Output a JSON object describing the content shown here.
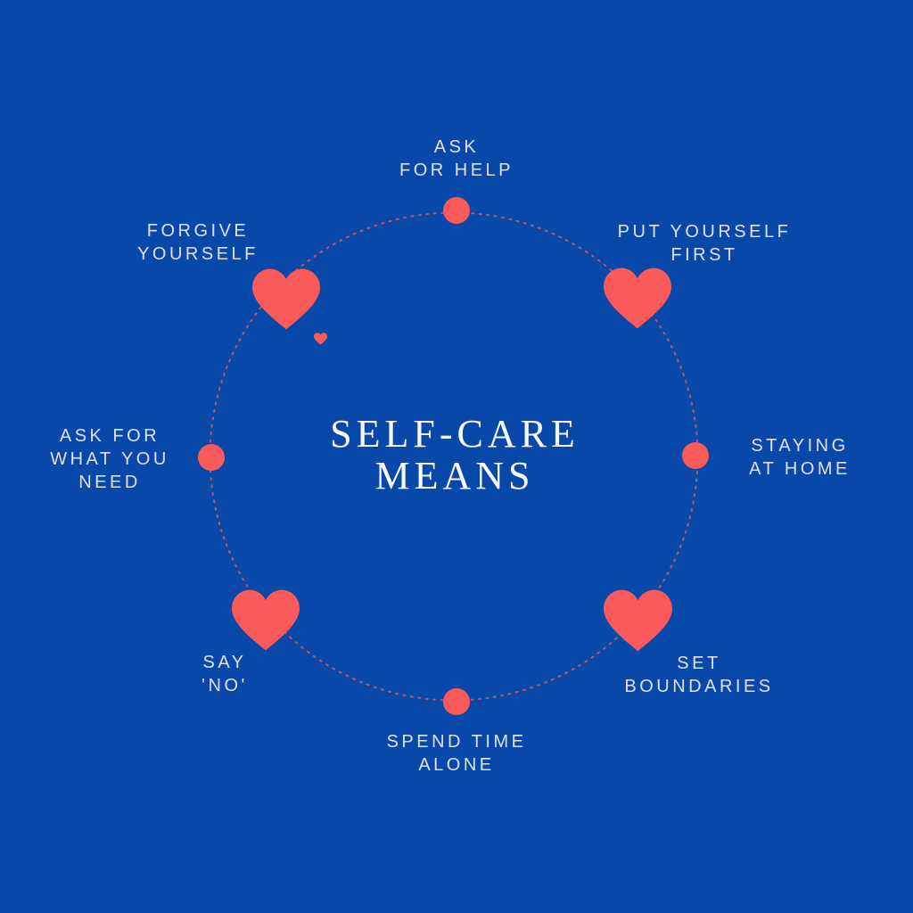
{
  "title": {
    "lines": [
      "SELF-CARE",
      "MEANS"
    ]
  },
  "items": [
    {
      "id": "ask-for-help",
      "lines": [
        "ASK",
        "FOR HELP"
      ],
      "marker": "dot",
      "position": "top"
    },
    {
      "id": "put-yourself-first",
      "lines": [
        "PUT YOURSELF",
        "FIRST"
      ],
      "marker": "heart",
      "position": "top-right"
    },
    {
      "id": "staying-at-home",
      "lines": [
        "STAYING",
        "AT HOME"
      ],
      "marker": "dot",
      "position": "right"
    },
    {
      "id": "set-boundaries",
      "lines": [
        "SET",
        "BOUNDARIES"
      ],
      "marker": "heart",
      "position": "bottom-right"
    },
    {
      "id": "spend-time-alone",
      "lines": [
        "SPEND TIME",
        "ALONE"
      ],
      "marker": "dot",
      "position": "bottom"
    },
    {
      "id": "say-no",
      "lines": [
        "SAY",
        "'NO'"
      ],
      "marker": "heart",
      "position": "bottom-left"
    },
    {
      "id": "ask-for-what-you-need",
      "lines": [
        "ASK FOR",
        "WHAT YOU",
        "NEED"
      ],
      "marker": "dot",
      "position": "left"
    },
    {
      "id": "forgive-yourself",
      "lines": [
        "FORGIVE",
        "YOURSELF"
      ],
      "marker": "heart",
      "position": "top-left"
    }
  ],
  "colors": {
    "background": "#0848A8",
    "accent": "#FA5A5A",
    "ring": "#D05C66",
    "label_text": "#DCE2F0",
    "title_text": "#F7F9FC"
  }
}
